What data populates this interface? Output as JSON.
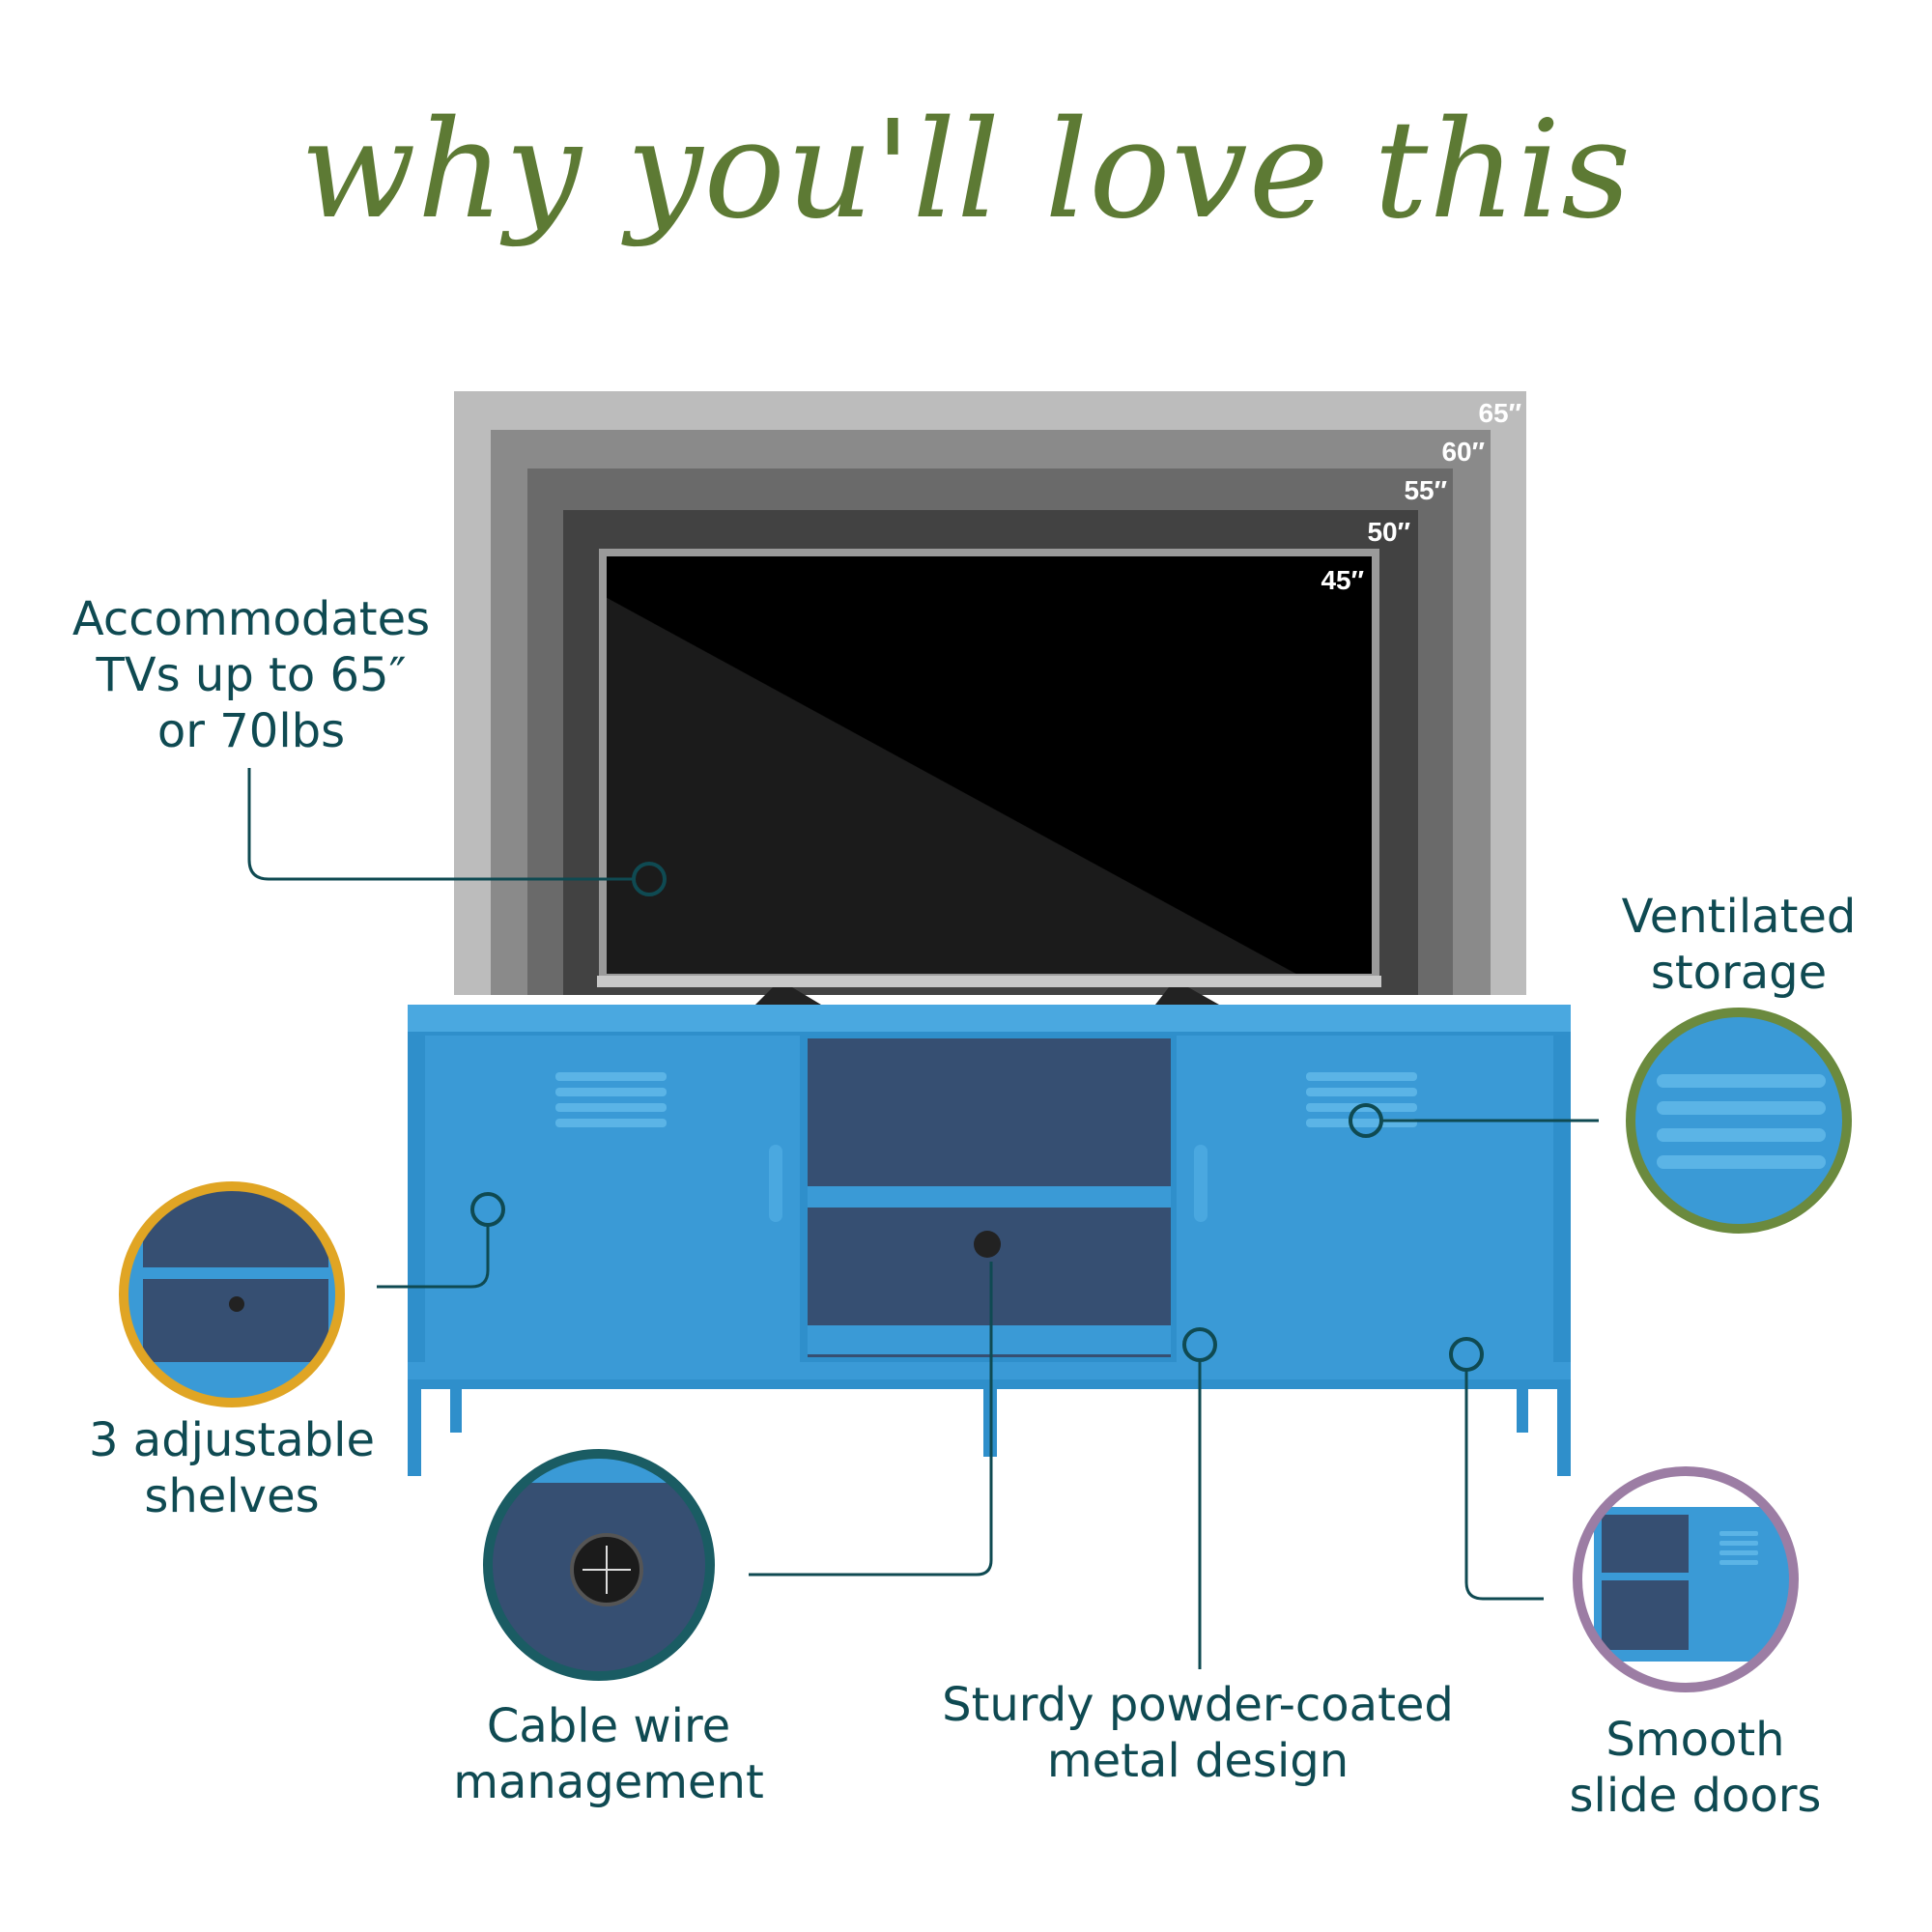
{
  "headline": "why you'll love this",
  "tv_sizes": [
    "65″",
    "60″",
    "55″",
    "50″",
    "45″"
  ],
  "callouts": {
    "tv_capacity": {
      "lines": [
        "Accommodates",
        "TVs up to 65″",
        "or 70lbs"
      ]
    },
    "ventilated": {
      "lines": [
        "Ventilated",
        "storage"
      ]
    },
    "shelves": {
      "lines": [
        "3 adjustable",
        "shelves"
      ]
    },
    "cable": {
      "lines": [
        "Cable wire",
        "management"
      ]
    },
    "sturdy": {
      "lines": [
        "Sturdy powder-coated",
        "metal design"
      ]
    },
    "doors": {
      "lines": [
        "Smooth",
        "slide doors"
      ]
    }
  },
  "colors": {
    "headline": "#5d7a34",
    "label_text": "#0f4a52",
    "cabinet_blue": "#3a9ad6",
    "ring_ventilated": "#6b8a3e",
    "ring_shelves": "#e0a524",
    "ring_cable": "#1a5c63",
    "ring_doors": "#9c7da4"
  }
}
